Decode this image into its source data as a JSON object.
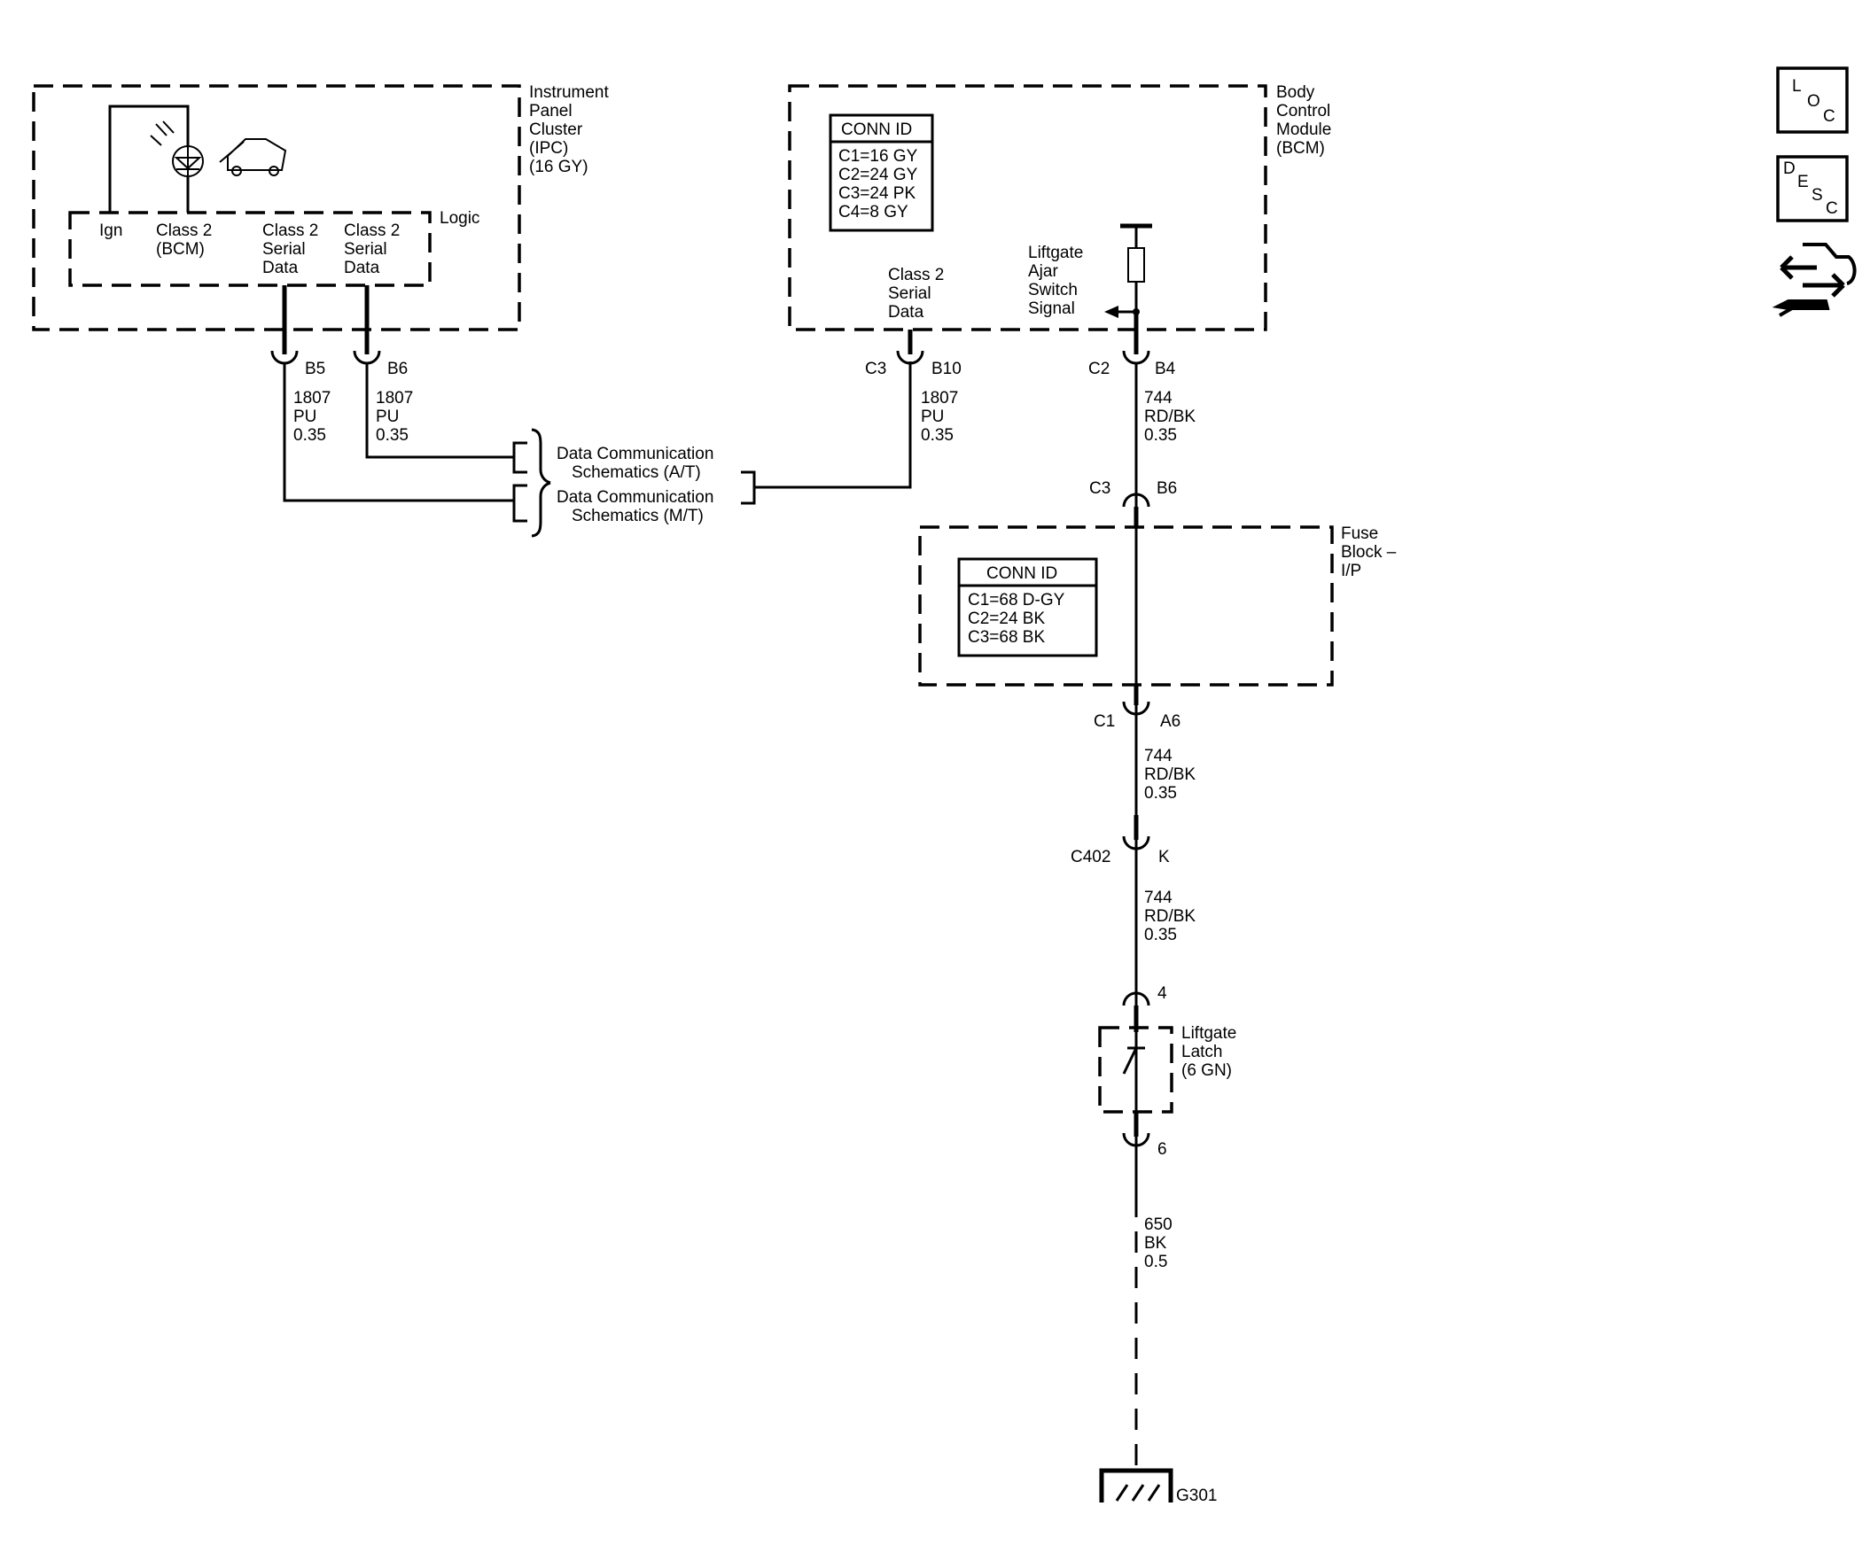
{
  "ipc": {
    "title": [
      "Instrument",
      "Panel",
      "Cluster",
      "(IPC)",
      "(16 GY)"
    ],
    "logic": "Logic",
    "pins": {
      "ign": "Ign",
      "class2_bcm": [
        "Class 2",
        "(BCM)"
      ],
      "serial1": [
        "Class 2",
        "Serial",
        "Data"
      ],
      "serial2": [
        "Class 2",
        "Serial",
        "Data"
      ]
    },
    "conn_b5": "B5",
    "conn_b6": "B6",
    "wire_b5": [
      "1807",
      "PU",
      "0.35"
    ],
    "wire_b6": [
      "1807",
      "PU",
      "0.35"
    ]
  },
  "data_comm": {
    "at": [
      "Data Communication",
      "Schematics (A/T)"
    ],
    "mt": [
      "Data Communication",
      "Schematics (M/T)"
    ]
  },
  "bcm": {
    "title": [
      "Body",
      "Control",
      "Module",
      "(BCM)"
    ],
    "conn_id_header": "CONN ID",
    "conn_id": [
      "C1=16 GY",
      "C2=24 GY",
      "C3=24 PK",
      "C4=8 GY"
    ],
    "class2": [
      "Class 2",
      "Serial",
      "Data"
    ],
    "liftgate_signal": [
      "Liftgate",
      "Ajar",
      "Switch",
      "Signal"
    ],
    "c3": "C3",
    "b10": "B10",
    "wire_b10": [
      "1807",
      "PU",
      "0.35"
    ],
    "c2": "C2",
    "b4": "B4",
    "wire_b4": [
      "744",
      "RD/BK",
      "0.35"
    ]
  },
  "fuse_block": {
    "title": [
      "Fuse",
      "Block –",
      "I/P"
    ],
    "conn_id_header": "CONN ID",
    "conn_id": [
      "C1=68 D-GY",
      "C2=24 BK",
      "C3=68 BK"
    ],
    "c3": "C3",
    "b6": "B6",
    "c1": "C1",
    "a6": "A6",
    "wire_a6": [
      "744",
      "RD/BK",
      "0.35"
    ]
  },
  "c402": {
    "label": "C402",
    "pin": "K",
    "wire": [
      "744",
      "RD/BK",
      "0.35"
    ]
  },
  "latch": {
    "pin_top": "4",
    "title": [
      "Liftgate",
      "Latch",
      "(6 GN)"
    ],
    "pin_bottom": "6",
    "wire": [
      "650",
      "BK",
      "0.5"
    ]
  },
  "ground": {
    "label": "G301"
  },
  "side_icons": {
    "loc": [
      "L",
      "O",
      "C"
    ],
    "desc": [
      "D",
      "E",
      "S",
      "C"
    ],
    "icon_names": [
      "loc-icon",
      "desc-icon",
      "repair-icon"
    ]
  }
}
